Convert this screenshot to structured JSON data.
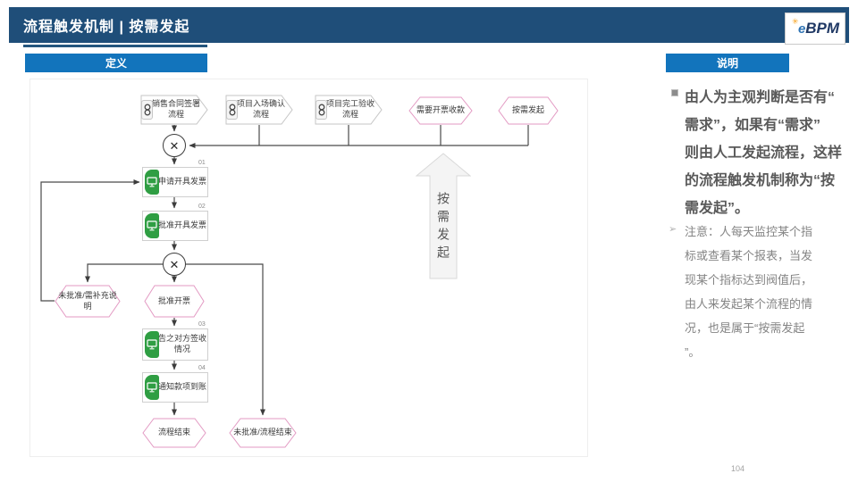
{
  "page_number": "104",
  "header": {
    "title": "流程触发机制  |  按需发起",
    "logo": {
      "spark": "✳",
      "e": "e",
      "bpm": "BPM"
    }
  },
  "sections": {
    "definition": "定义",
    "explanation": "说明"
  },
  "icons": {
    "gateway_x": "✕",
    "note_bullet": "➢"
  },
  "colors": {
    "header_bar": "#1F4E79",
    "section_bar": "#1274BC",
    "task_green": "#2f9e43",
    "hexagon_pink": "#E39AC3",
    "logo_orange": "#F6A21D"
  },
  "flowchart": {
    "subprocesses": [
      {
        "label": "销售合同签署\n流程"
      },
      {
        "label": "项目入场确认\n流程"
      },
      {
        "label": "项目完工验收\n流程"
      }
    ],
    "triggers": [
      {
        "label": "需要开票收款"
      },
      {
        "label": "按需发起"
      }
    ],
    "tasks": [
      {
        "num": "01",
        "label": "申请开具发票"
      },
      {
        "num": "02",
        "label": "批准开具发票"
      },
      {
        "num": "03",
        "label": "告之对方签收\n情况"
      },
      {
        "num": "04",
        "label": "通知款项到账"
      }
    ],
    "decisions": [
      {
        "label": "未批准/需补充说\n明"
      },
      {
        "label": "批准开票"
      }
    ],
    "ends": [
      {
        "label": "流程结束"
      },
      {
        "label": "未批准/流程结束"
      }
    ],
    "big_arrow_label": "按需发起"
  },
  "notes": {
    "point": "由人为主观判断是否有“\n需求”，如果有“需求”\n则由人工发起流程，这样\n的流程触发机制称为“按\n需发起”。",
    "note": "注意：人每天监控某个指\n标或查看某个报表，当发\n现某个指标达到阀值后，\n由人来发起某个流程的情\n况，也是属于“按需发起\n”。"
  }
}
